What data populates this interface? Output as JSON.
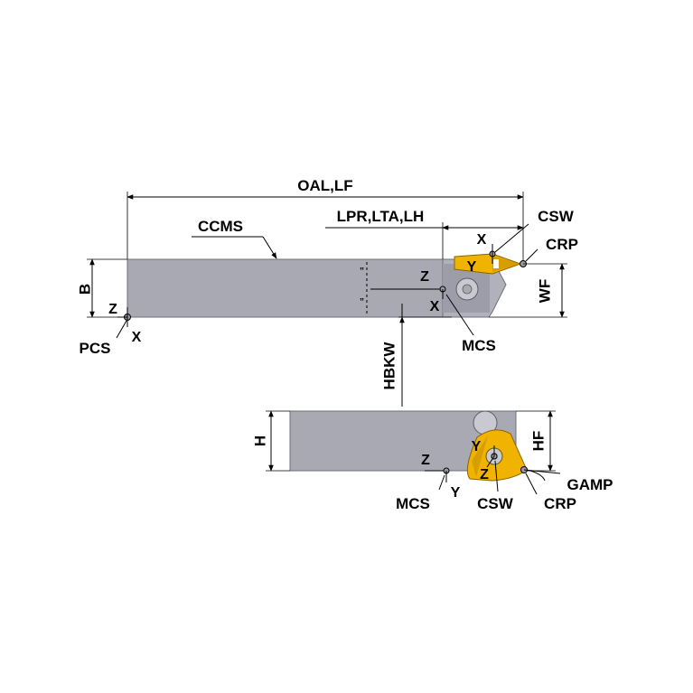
{
  "colors": {
    "body": "#a9a9b4",
    "body_dark": "#7d7d8a",
    "insert": "#f0b400",
    "insert_dark": "#b88400",
    "line": "#000000"
  },
  "top_view": {
    "overall_length": "OAL,LF",
    "functional_length": "LPR,LTA,LH",
    "ccms": "CCMS",
    "b": "B",
    "z_pcs": "Z",
    "x_pcs": "X",
    "pcs": "PCS",
    "x_mcs": "X",
    "z_mcs": "Z",
    "mcs": "MCS",
    "hbkw": "HBKW",
    "x_csw": "X",
    "y_csw": "Y",
    "csw": "CSW",
    "crp": "CRP",
    "wf": "WF"
  },
  "side_view": {
    "h": "H",
    "hf": "HF",
    "z_mcs": "Z",
    "y_mcs": "Y",
    "mcs": "MCS",
    "y_csw": "Y",
    "z_csw": "Z",
    "csw": "CSW",
    "crp": "CRP",
    "gamp": "GAMP"
  }
}
